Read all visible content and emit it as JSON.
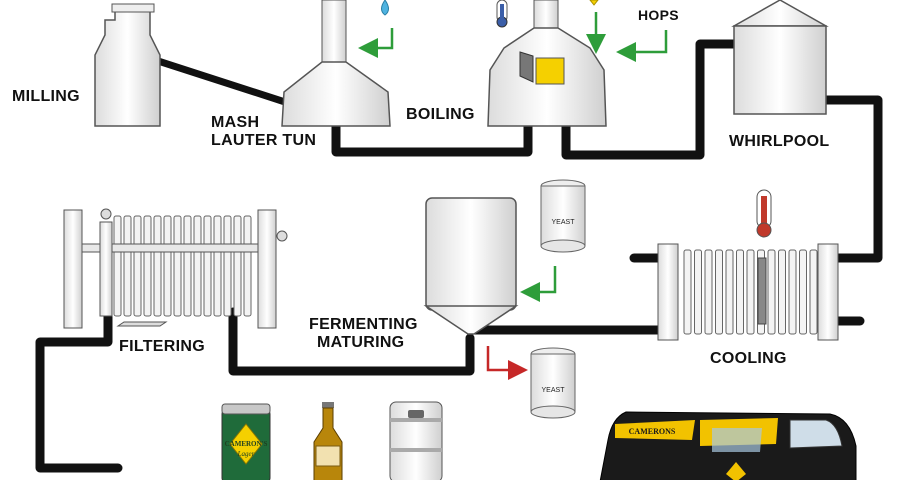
{
  "colors": {
    "pipe": "#111111",
    "equipment_fill": "#f2f2f2",
    "equipment_stroke": "#555555",
    "arrow_green": "#2e9d3a",
    "arrow_red": "#c62828",
    "thermo_red": "#c0392b",
    "water_blue": "#4fb3e0",
    "hops_yellow": "#f5d000",
    "can_green": "#1f6b3a",
    "bottle_amber": "#b8860b",
    "van_black": "#1a1a1a",
    "van_yellow": "#f2c200"
  },
  "stages": {
    "milling": "MILLING",
    "mash_line1": "MASH",
    "mash_line2": "LAUTER TUN",
    "boiling": "BOILING",
    "hops": "HOPS",
    "whirlpool": "WHIRLPOOL",
    "filtering": "FILTERING",
    "fermenting_line1": "FERMENTING",
    "fermenting_line2": "MATURING",
    "cooling": "COOLING"
  },
  "yeast_tag_in": "YEAST",
  "yeast_tag_out": "YEAST",
  "products": {
    "can_brand": "CAMERON'S",
    "can_sub": "Lager",
    "van_brand": "CAMERONS"
  },
  "icons": [
    "water-drop-icon",
    "thermometer-icon",
    "hops-icon",
    "yeast-container-icon",
    "beer-can-icon",
    "beer-bottle-icon",
    "keg-icon",
    "delivery-van-icon"
  ]
}
